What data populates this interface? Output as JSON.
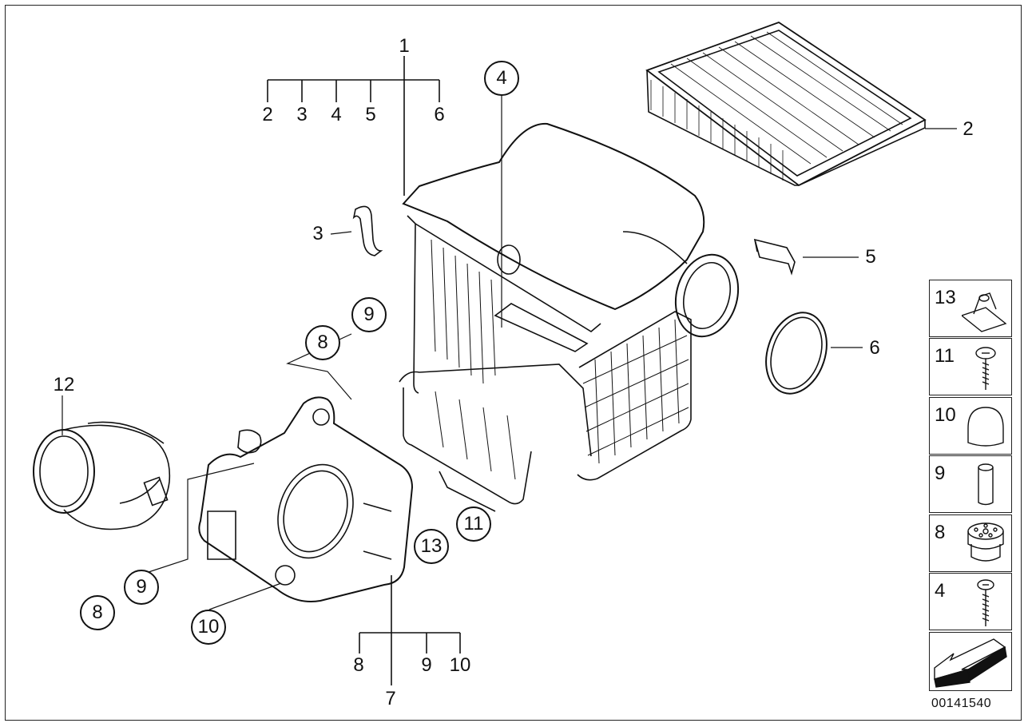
{
  "diagram_id": "00141540",
  "callouts": {
    "top_1": "1",
    "top_2": "2",
    "top_3": "3",
    "top_4": "4",
    "top_5": "5",
    "top_6": "6",
    "filter_2": "2",
    "clip_3": "3",
    "clip_5": "5",
    "ring_6": "6",
    "neck_12": "12",
    "pos_4": "4",
    "pos_8a": "8",
    "pos_9a": "9",
    "pos_8b": "8",
    "pos_9b": "9",
    "pos_10": "10",
    "pos_11": "11",
    "pos_13": "13",
    "bot_8": "8",
    "bot_9": "9",
    "bot_10": "10",
    "bot_7": "7"
  },
  "legend": [
    {
      "num": "13",
      "icon": "clip-nut-icon"
    },
    {
      "num": "11",
      "icon": "screw-icon"
    },
    {
      "num": "10",
      "icon": "cap-icon"
    },
    {
      "num": "9",
      "icon": "sleeve-icon"
    },
    {
      "num": "8",
      "icon": "grommet-icon"
    },
    {
      "num": "4",
      "icon": "screw-icon"
    },
    {
      "num": "",
      "icon": "direction-arrow-icon"
    }
  ]
}
